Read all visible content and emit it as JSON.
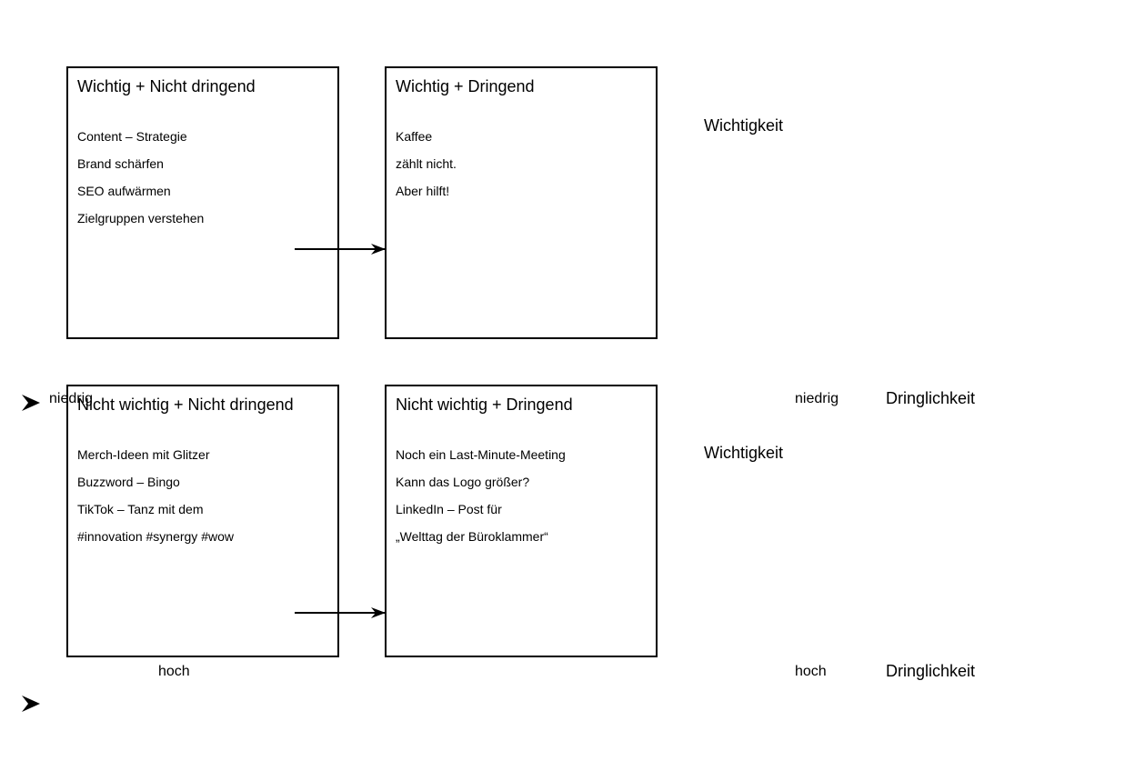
{
  "quadrants": [
    {
      "title": "Wichtig + Nicht dringend",
      "items": [
        "Content – Strategie",
        "Brand schärfen",
        "SEO aufwärmen",
        "Zielgruppen verstehen"
      ]
    },
    {
      "title": "Wichtig + Dringend",
      "items": [
        "Kaffee",
        "zählt nicht.",
        "Aber hilft!"
      ]
    },
    {
      "title": "Nicht wichtig + Nicht dringend",
      "items": [
        "Merch-Ideen mit Glitzer",
        "Buzzword – Bingo",
        "TikTok – Tanz mit dem",
        "#innovation #synergy #wow"
      ]
    },
    {
      "title": "Nicht wichtig + Dringend",
      "items": [
        "Noch ein Last-Minute-Meeting",
        "Kann das Logo größer?",
        "LinkedIn – Post für",
        "„Welttag der Büroklammer“"
      ]
    }
  ],
  "axes": {
    "importance_label_top": "Wichtigkeit",
    "importance_label_bottom": "Wichtigkeit",
    "urgency_label_top": "Dringlichkeit",
    "urgency_label_bottom": "Dringlichkeit",
    "low_left": "niedrig",
    "low_right": "niedrig",
    "high_bottom": "hoch",
    "high_right": "hoch"
  }
}
